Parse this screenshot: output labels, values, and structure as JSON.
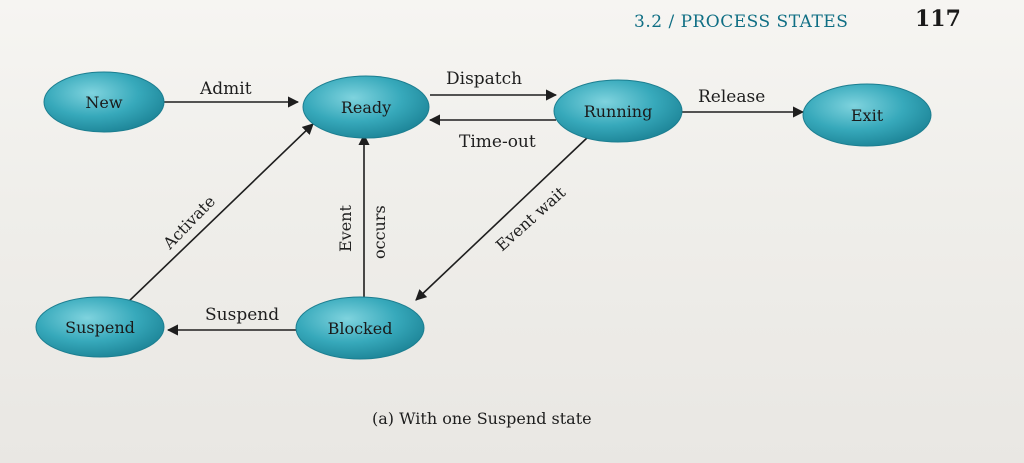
{
  "header": {
    "section": "3.2 / PROCESS STATES",
    "page_number": "117"
  },
  "states": {
    "new": "New",
    "ready": "Ready",
    "running": "Running",
    "exit": "Exit",
    "suspend": "Suspend",
    "blocked": "Blocked"
  },
  "transitions": {
    "admit": "Admit",
    "dispatch": "Dispatch",
    "timeout": "Time-out",
    "release": "Release",
    "activate": "Activate",
    "event_occurs_1": "Event",
    "event_occurs_2": "occurs",
    "event_wait": "Event wait",
    "suspend": "Suspend"
  },
  "caption": "(a) With one Suspend state",
  "colors": {
    "node_fill": "#2a9fb2",
    "node_fill_light": "#5cc3d1",
    "accent_text": "#0f6e84"
  }
}
